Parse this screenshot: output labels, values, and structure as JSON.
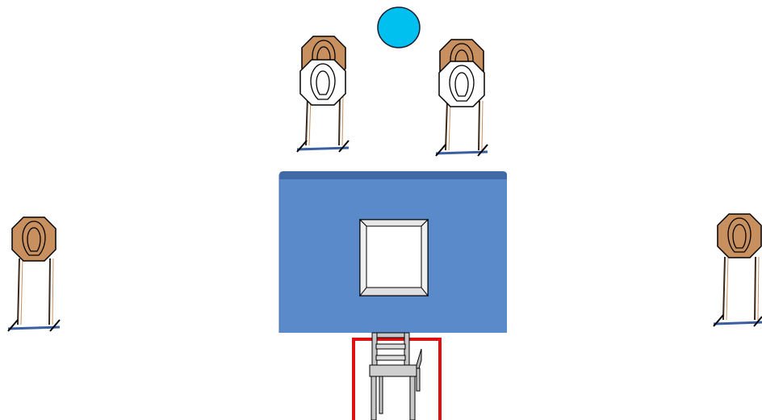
{
  "colors": {
    "background": "#ffffff",
    "wall_fill": "#5a8ac9",
    "wall_top": "#3f6aa6",
    "target_tan": "#c8905e",
    "target_white": "#ffffff",
    "stand_leg": "#3b2a1a",
    "stand_foot": "#3a5fa0",
    "ball": "#00c0f0",
    "fault_box": "#e01010",
    "chair": "#c8c8c8"
  },
  "scene": {
    "ball": {
      "icon": "blue-ball-icon"
    },
    "targets": [
      {
        "icon": "steel-target-icon",
        "type": "tan-with-white-no-shoot"
      },
      {
        "icon": "steel-target-icon",
        "type": "tan-with-white-no-shoot"
      },
      {
        "icon": "steel-target-icon",
        "type": "tan"
      },
      {
        "icon": "steel-target-icon",
        "type": "tan"
      }
    ],
    "wall": {
      "icon": "wall-with-window-icon"
    },
    "shooting_box": {
      "icon": "fault-line-box-icon"
    },
    "chair": {
      "icon": "chair-icon"
    }
  }
}
